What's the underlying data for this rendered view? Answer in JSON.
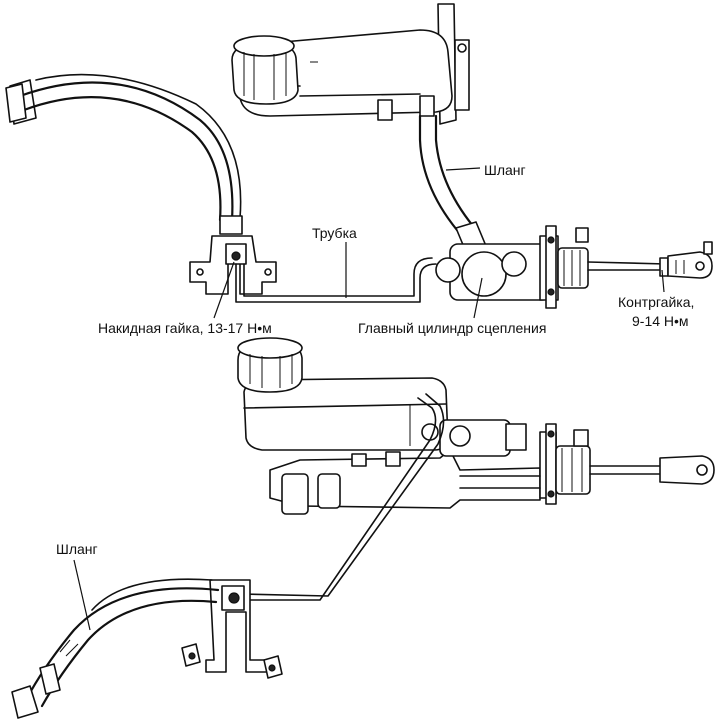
{
  "labels": {
    "hose_top": "Шланг",
    "tube": "Трубка",
    "flare_nut": "Накидная гайка, 13-17 Н•м",
    "master_cylinder": "Главный цилиндр сцепления",
    "locknut_line1": "Контргайка,",
    "locknut_line2": "9-14 Н•м",
    "hose_bottom": "Шланг"
  }
}
